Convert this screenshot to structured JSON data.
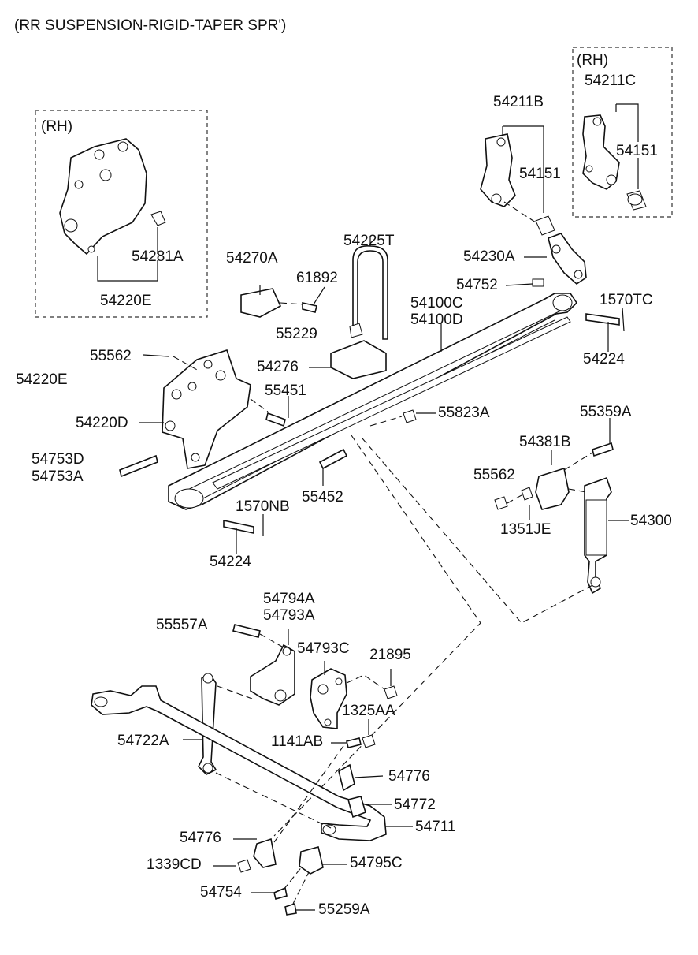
{
  "title": "(RR SUSPENSION-RIGID-TAPER SPR')",
  "insets": [
    {
      "label": "(RH)"
    },
    {
      "label": "(RH)"
    }
  ],
  "parts": {
    "p54211C": "54211C",
    "p54151_rh": "54151",
    "p54211B": "54211B",
    "p54151": "54151",
    "p54230A": "54230A",
    "p54752": "54752",
    "p1570TC": "1570TC",
    "p54224_r": "54224",
    "p54281A": "54281A",
    "p54220E_rh": "54220E",
    "p54270A": "54270A",
    "p61892": "61892",
    "p54225T": "54225T",
    "p55229": "55229",
    "p54100C": "54100C",
    "p54100D": "54100D",
    "p54276": "54276",
    "p55562_l": "55562",
    "p54220E": "54220E",
    "p55451": "55451",
    "p54220D": "54220D",
    "p55823A": "55823A",
    "p54753D": "54753D",
    "p54753A": "54753A",
    "p55359A": "55359A",
    "p54381B": "54381B",
    "p55562_r": "55562",
    "p55452": "55452",
    "p1570NB": "1570NB",
    "p1351JE": "1351JE",
    "p54300": "54300",
    "p54224_l": "54224",
    "p54794A": "54794A",
    "p54793A": "54793A",
    "p55557A": "55557A",
    "p54793C": "54793C",
    "p21895": "21895",
    "p1325AA": "1325AA",
    "p54722A": "54722A",
    "p1141AB": "1141AB",
    "p54776_r": "54776",
    "p54772": "54772",
    "p54711": "54711",
    "p54776_l": "54776",
    "p1339CD": "1339CD",
    "p54795C": "54795C",
    "p54754": "54754",
    "p55259A": "55259A"
  }
}
